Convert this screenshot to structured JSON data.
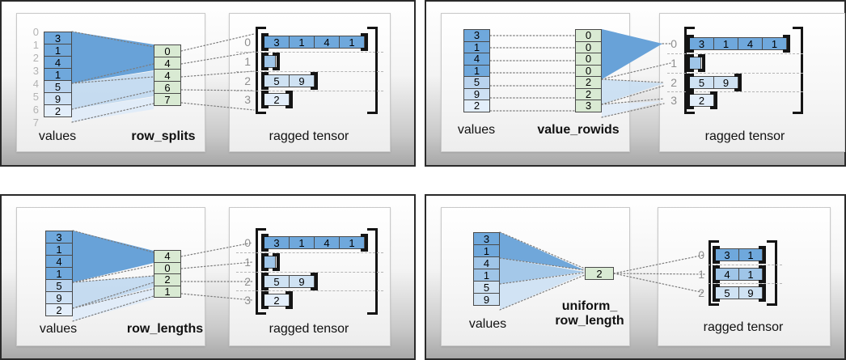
{
  "colors": {
    "value_dark": "#6fa8dc",
    "value_medium": "#9fc5e8",
    "value_light": "#cfe2f3",
    "value_lighter": "#e3eefa",
    "encoding_green": "#d9ead3",
    "funnel_dark": "#68a2d8",
    "panel_gray": "#a8a8a8"
  },
  "quads": [
    {
      "name": "row_splits",
      "values_label": "values",
      "encoding_label": "row_splits",
      "tensor_label": "ragged tensor",
      "value_indices": [
        "0",
        "1",
        "2",
        "3",
        "4",
        "5",
        "6",
        "7"
      ],
      "values": [
        "3",
        "1",
        "4",
        "1",
        "5",
        "9",
        "2"
      ],
      "encoding": [
        "0",
        "4",
        "4",
        "6",
        "7"
      ],
      "row_labels": [
        "0",
        "1",
        "2",
        "3"
      ],
      "rows": [
        [
          "3",
          "1",
          "4",
          "1"
        ],
        [],
        [
          "5",
          "9"
        ],
        [
          "2"
        ]
      ]
    },
    {
      "name": "value_rowids",
      "values_label": "values",
      "encoding_label": "value_rowids",
      "tensor_label": "ragged tensor",
      "values": [
        "3",
        "1",
        "4",
        "1",
        "5",
        "9",
        "2"
      ],
      "encoding": [
        "0",
        "0",
        "0",
        "0",
        "2",
        "2",
        "3"
      ],
      "row_labels": [
        "0",
        "1",
        "2",
        "3"
      ],
      "rows": [
        [
          "3",
          "1",
          "4",
          "1"
        ],
        [],
        [
          "5",
          "9"
        ],
        [
          "2"
        ]
      ]
    },
    {
      "name": "row_lengths",
      "values_label": "values",
      "encoding_label": "row_lengths",
      "tensor_label": "ragged tensor",
      "values": [
        "3",
        "1",
        "4",
        "1",
        "5",
        "9",
        "2"
      ],
      "encoding": [
        "4",
        "0",
        "2",
        "1"
      ],
      "row_labels": [
        "0",
        "1",
        "2",
        "3"
      ],
      "rows": [
        [
          "3",
          "1",
          "4",
          "1"
        ],
        [],
        [
          "5",
          "9"
        ],
        [
          "2"
        ]
      ]
    },
    {
      "name": "uniform_row_length",
      "values_label": "values",
      "encoding_label_line1": "uniform_",
      "encoding_label_line2": "row_length",
      "tensor_label": "ragged tensor",
      "values": [
        "3",
        "1",
        "4",
        "1",
        "5",
        "9"
      ],
      "encoding": [
        "2"
      ],
      "row_labels": [
        "0",
        "1",
        "2"
      ],
      "rows": [
        [
          "3",
          "1"
        ],
        [
          "4",
          "1"
        ],
        [
          "5",
          "9"
        ]
      ]
    }
  ]
}
